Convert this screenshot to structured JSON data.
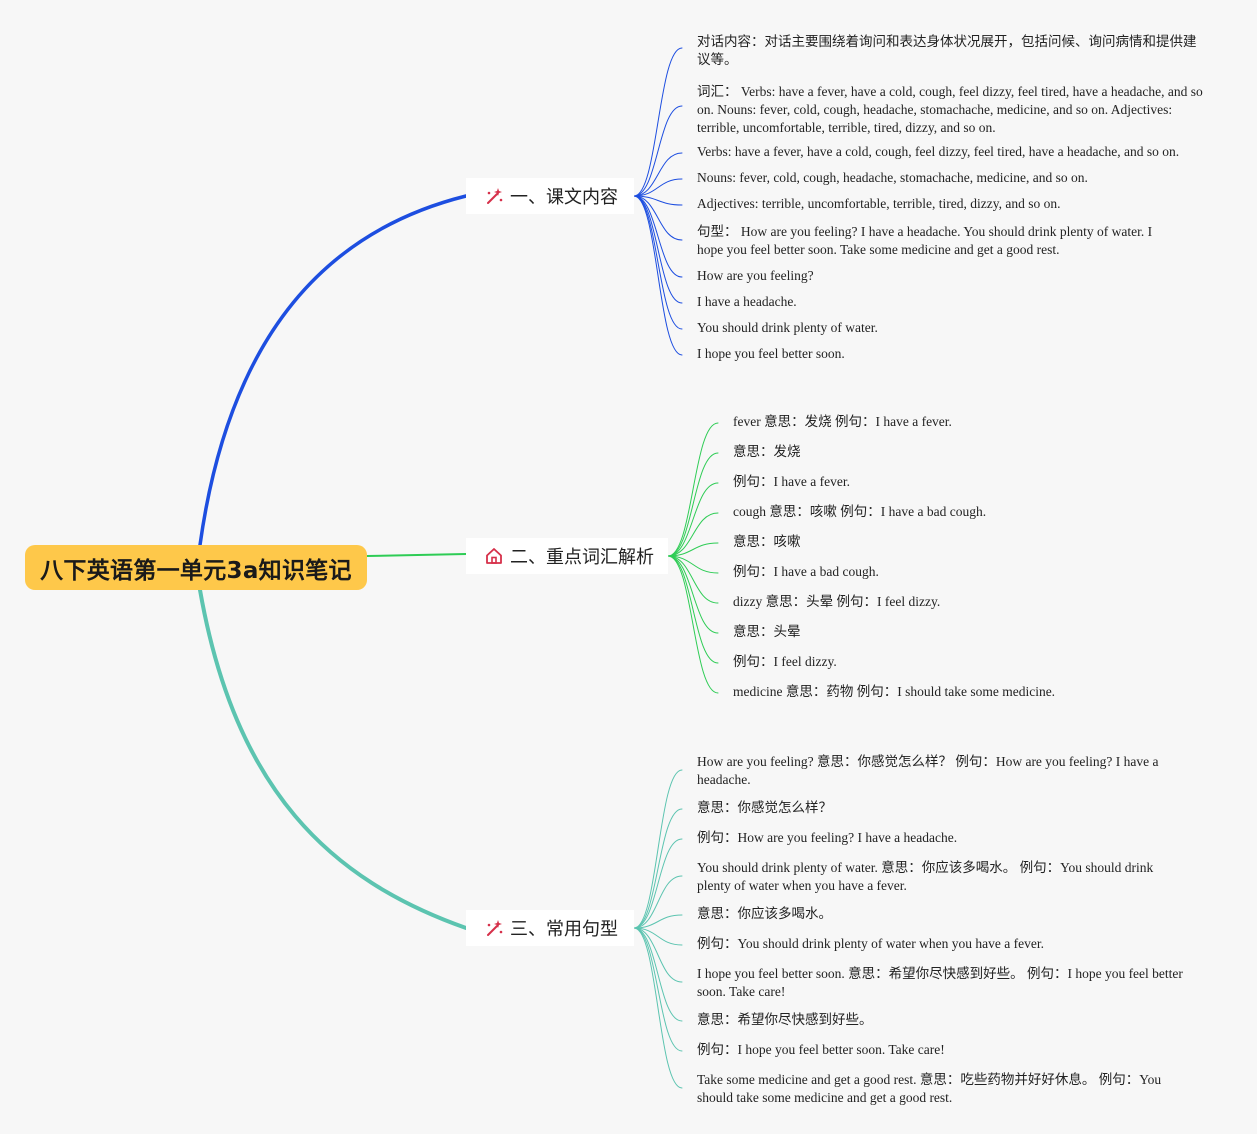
{
  "root": {
    "title": "八下英语第一单元3a知识笔记"
  },
  "colors": {
    "root_fill": "#fec84a",
    "branch1": "#1d4ee0",
    "branch2": "#2ecc55",
    "branch3": "#5cc4b0",
    "icon": "#d6304a"
  },
  "branches": [
    {
      "label": "一、课文内容",
      "icon": "magic-wand-icon",
      "leaves": [
        "对话内容：对话主要围绕着询问和表达身体状况展开，包括问候、询问病情和提供建议等。",
        "词汇：  Verbs: have a fever, have a cold, cough, feel dizzy, feel tired, have a headache, and so on. Nouns: fever, cold, cough, headache, stomachache, medicine, and so on. Adjectives: terrible, uncomfortable, terrible, tired, dizzy, and so on.",
        "Verbs: have a fever, have a cold, cough, feel dizzy, feel tired, have a headache, and so on.",
        "Nouns: fever, cold, cough, headache, stomachache, medicine, and so on.",
        "Adjectives: terrible, uncomfortable, terrible, tired, dizzy, and so on.",
        "句型：  How are you feeling? I have a headache. You should drink plenty of water. I hope you feel better soon. Take some medicine and get a good rest.",
        "How are you feeling?",
        "I have a headache.",
        "You should drink plenty of water.",
        "I hope you feel better soon."
      ]
    },
    {
      "label": "二、重点词汇解析",
      "icon": "home-icon",
      "leaves": [
        "fever 意思：发烧 例句：I have a fever.",
        "意思：发烧",
        "例句：I have a fever.",
        "cough 意思：咳嗽 例句：I have a bad cough.",
        "意思：咳嗽",
        "例句：I have a bad cough.",
        "dizzy 意思：头晕 例句：I feel dizzy.",
        "意思：头晕",
        "例句：I feel dizzy.",
        "medicine 意思：药物 例句：I should take some medicine."
      ]
    },
    {
      "label": "三、常用句型",
      "icon": "magic-wand-icon",
      "leaves": [
        "How are you feeling? 意思：你感觉怎么样？ 例句：How are you feeling? I have a headache.",
        "意思：你感觉怎么样？",
        "例句：How are you feeling? I have a headache.",
        "You should drink plenty of water. 意思：你应该多喝水。 例句：You should drink plenty of water when you have a fever.",
        "意思：你应该多喝水。",
        "例句：You should drink plenty of water when you have a fever.",
        "I hope you feel better soon. 意思：希望你尽快感到好些。 例句：I hope you feel better soon. Take care!",
        "意思：希望你尽快感到好些。",
        "例句：I hope you feel better soon. Take care!",
        "Take some medicine and get a good rest. 意思：吃些药物并好好休息。 例句：You should take some medicine and get a good rest."
      ]
    }
  ]
}
